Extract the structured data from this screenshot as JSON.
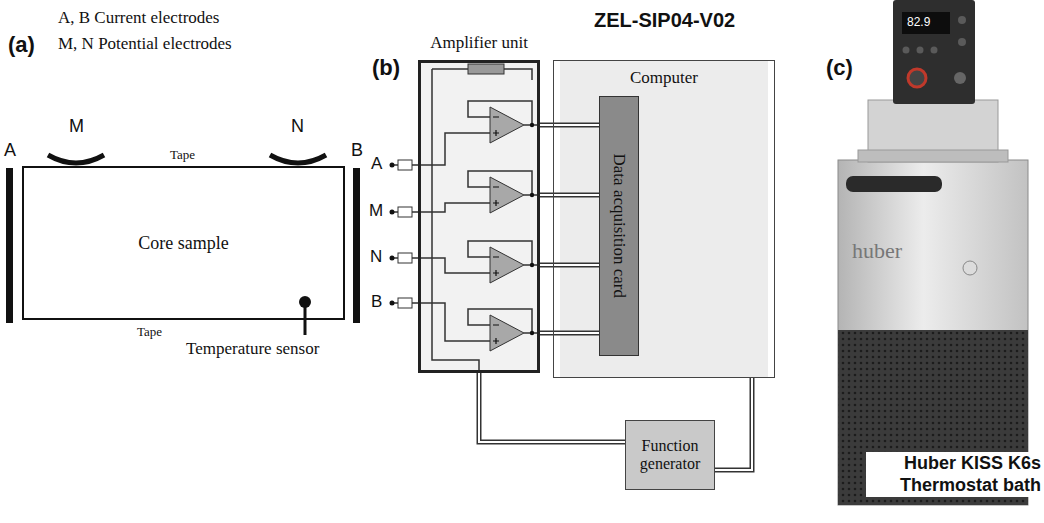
{
  "diagram": {
    "nodes": [
      {
        "text": [
          "Core sample"
        ]
      },
      {
        "text": [
          "Amplifier unit"
        ]
      },
      {
        "text": [
          "Computer"
        ]
      },
      {
        "text": [
          "Data acquisition card"
        ],
        "in": 2
      },
      {
        "text": [
          "Function generator"
        ]
      }
    ],
    "edges": [
      {
        "from": 1,
        "to": 3,
        "arrow": "none"
      },
      {
        "from": 1,
        "to": 3,
        "arrow": "none"
      },
      {
        "from": 1,
        "to": 3,
        "arrow": "none"
      },
      {
        "from": 1,
        "to": 3,
        "arrow": "none"
      },
      {
        "from": 4,
        "to": 1,
        "arrow": "none"
      },
      {
        "from": 2,
        "to": 4,
        "arrow": "none"
      }
    ],
    "labels": [
      "(a)",
      "A, B Current electrodes",
      "M, N Potential electrodes",
      "M",
      "N",
      "A",
      "B",
      "Tape",
      "Tape",
      "Temperature sensor",
      "(b)",
      "A",
      "M",
      "N",
      "B",
      "ZEL-SIP04-V02",
      "(c)",
      "82.9",
      "huber",
      "Huber KISS K6s Thermostat bath"
    ]
  }
}
